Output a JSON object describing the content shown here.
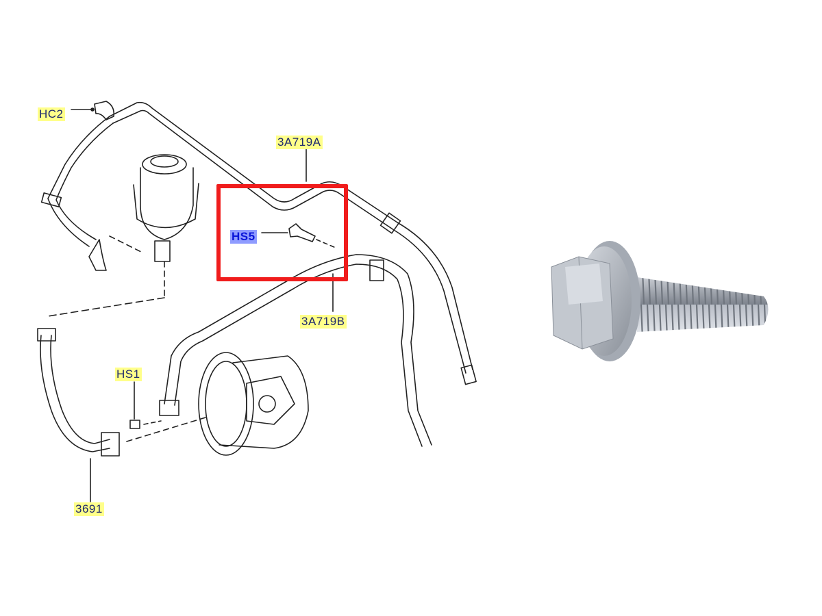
{
  "diagram": {
    "title": "Power steering hoses and fasteners",
    "labels": {
      "hc2": "HC2",
      "a3719a": "3A719A",
      "hs5": "HS5",
      "a3719b": "3A719B",
      "hs1": "HS1",
      "p3691": "3691"
    },
    "selected_part": "HS5",
    "colors": {
      "label_highlight": "#ffff8a",
      "selected_highlight": "#8f9cff",
      "selection_box": "#f01c1c",
      "line": "#222222"
    }
  },
  "photo": {
    "subject": "flange-head-bolt"
  }
}
